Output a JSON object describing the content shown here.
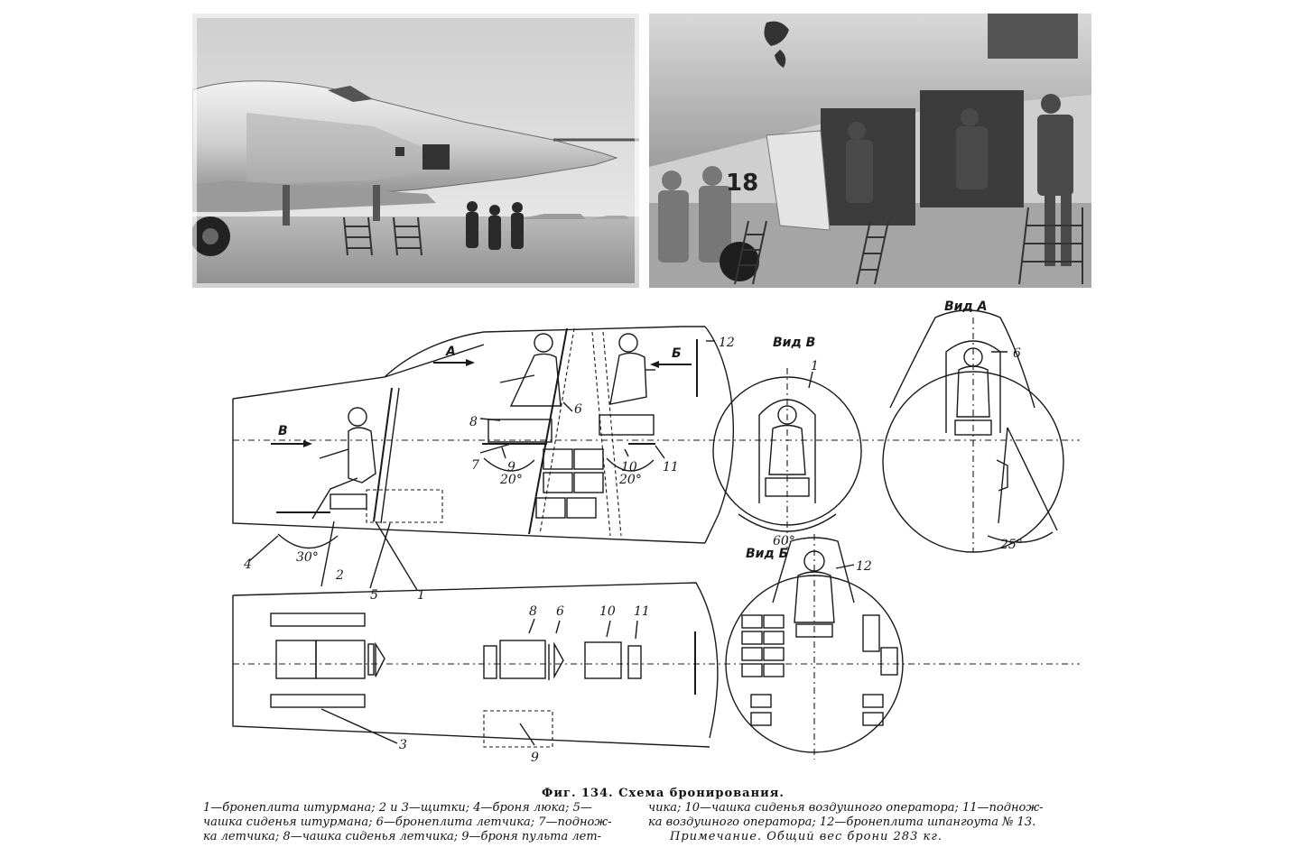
{
  "photos": {
    "left": {
      "icon": "aircraft-nose-photo"
    },
    "right": {
      "icon": "aircraft-crew-hatch-photo"
    },
    "right_number": "18"
  },
  "diagram": {
    "view_labels": {
      "vid_v": "Вид В",
      "vid_a": "Вид А",
      "vid_b": "Вид Б"
    },
    "arrows": {
      "a": "А",
      "b": "Б",
      "v": "В"
    },
    "angles": {
      "a20_left": "20°",
      "a20_right": "20°",
      "a30": "30°",
      "a60": "60°",
      "a25": "25°"
    },
    "callouts": [
      "1",
      "2",
      "3",
      "4",
      "5",
      "6",
      "7",
      "8",
      "9",
      "10",
      "11",
      "12"
    ]
  },
  "caption": {
    "title": "Фиг. 134. Схема бронирования.",
    "left_lines": [
      "1—бронеплита штурмана; 2 и 3—щитки; 4—броня люка; 5—",
      "чашка сиденья штурмана; 6—бронеплита летчика; 7—поднож-",
      "ка летчика; 8—чашка сиденья летчика; 9—броня пульта лет-"
    ],
    "right_lines": [
      "чика; 10—чашка сиденья воздушного оператора; 11—поднож-",
      "ка воздушного оператора; 12—бронеплита шпангоута № 13."
    ],
    "note": "Примечание. Общий вес брони 283 кг."
  }
}
